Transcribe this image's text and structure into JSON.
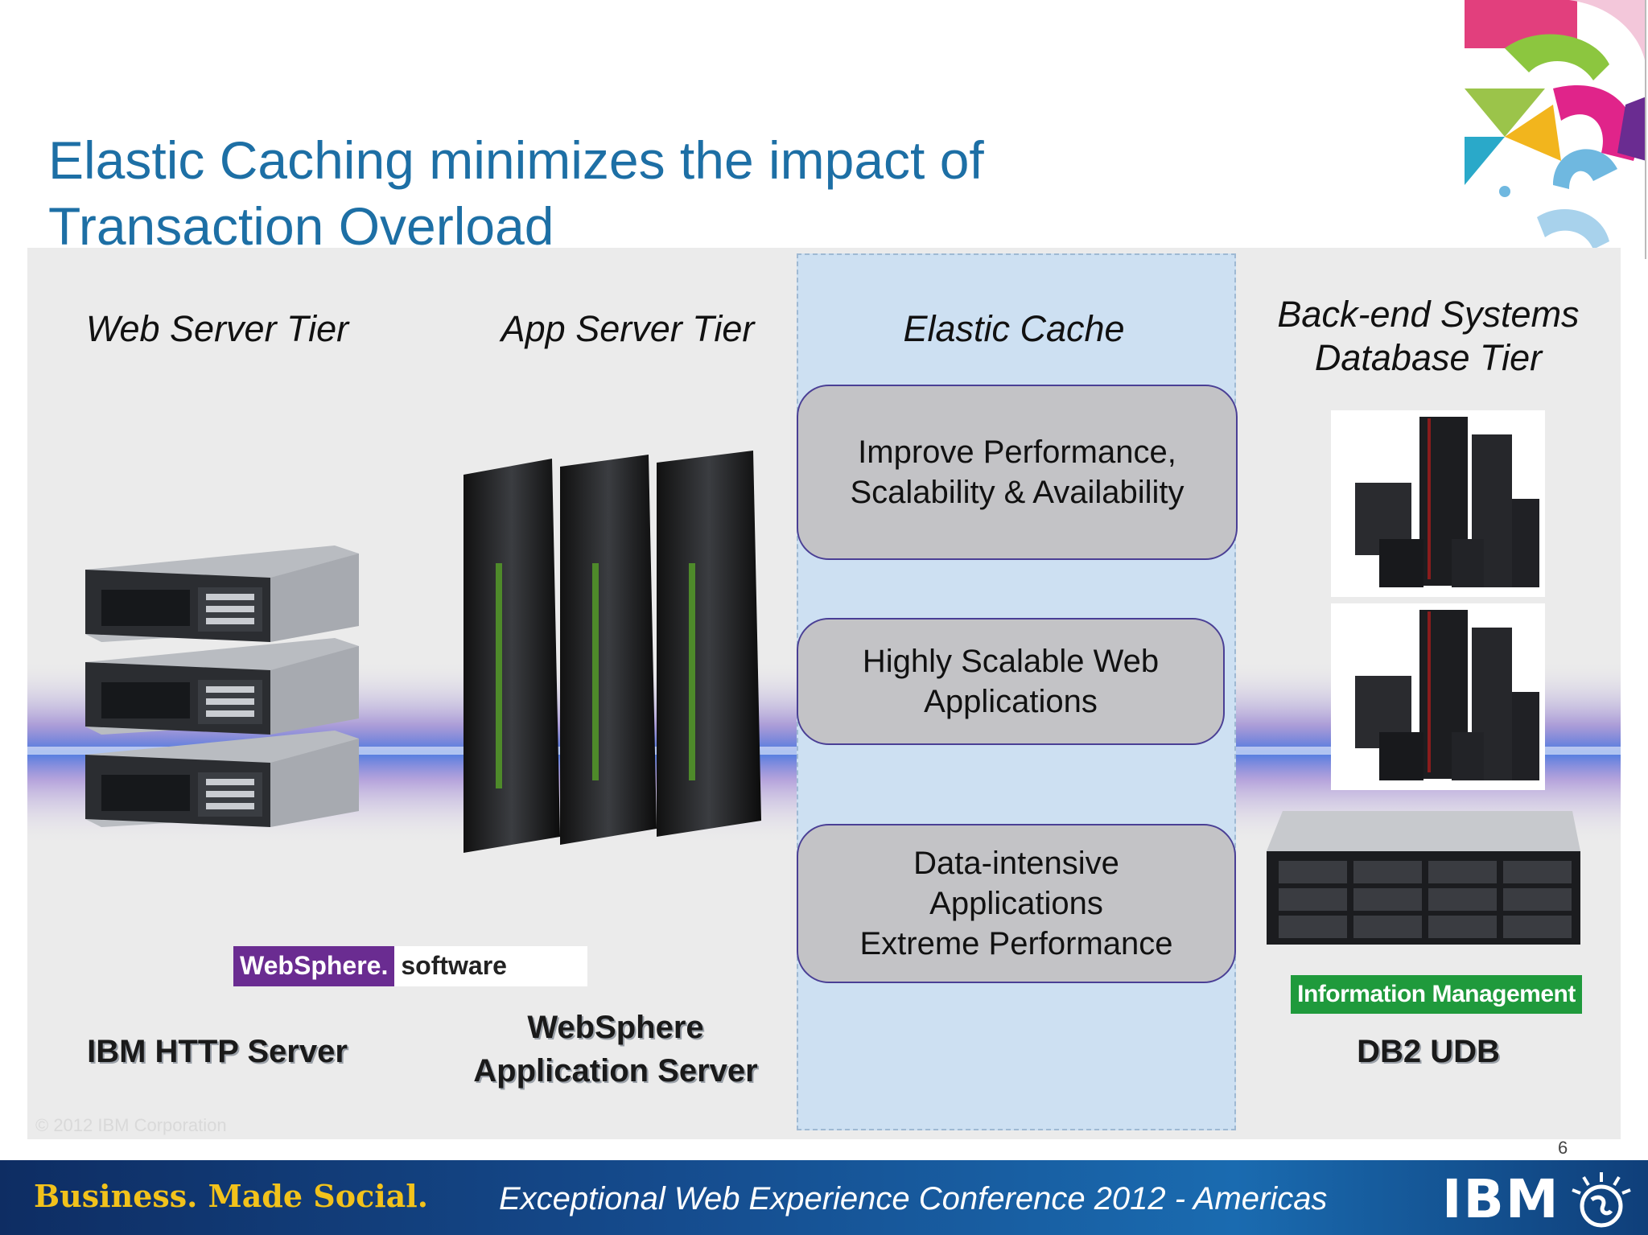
{
  "slide": {
    "title": "Elastic Caching minimizes the impact of\nTransaction Overload",
    "page_number": "6",
    "copyright": "© 2012 IBM Corporation"
  },
  "tiers": {
    "web": "Web Server Tier",
    "app": "App Server Tier",
    "cache": "Elastic Cache",
    "backend": "Back-end Systems\nDatabase Tier"
  },
  "cache_boxes": [
    "Improve Performance,\nScalability & Availability",
    "Highly Scalable Web\nApplications",
    "Data-intensive\nApplications\nExtreme Performance"
  ],
  "badges": {
    "websphere_left": "WebSphere.",
    "websphere_right": "software",
    "info_mgmt": "Information Management"
  },
  "products": {
    "web": "IBM HTTP Server",
    "app": "WebSphere\nApplication Server",
    "db": "DB2 UDB"
  },
  "footer": {
    "left": "Business. Made Social.",
    "center": "Exceptional Web Experience Conference 2012 - Americas",
    "logo": "IBM"
  },
  "icons": [
    "colorful-logo-art",
    "rack-server-icon",
    "tower-server-icon",
    "db-server-icon",
    "storage-array-icon",
    "globe-icon"
  ]
}
